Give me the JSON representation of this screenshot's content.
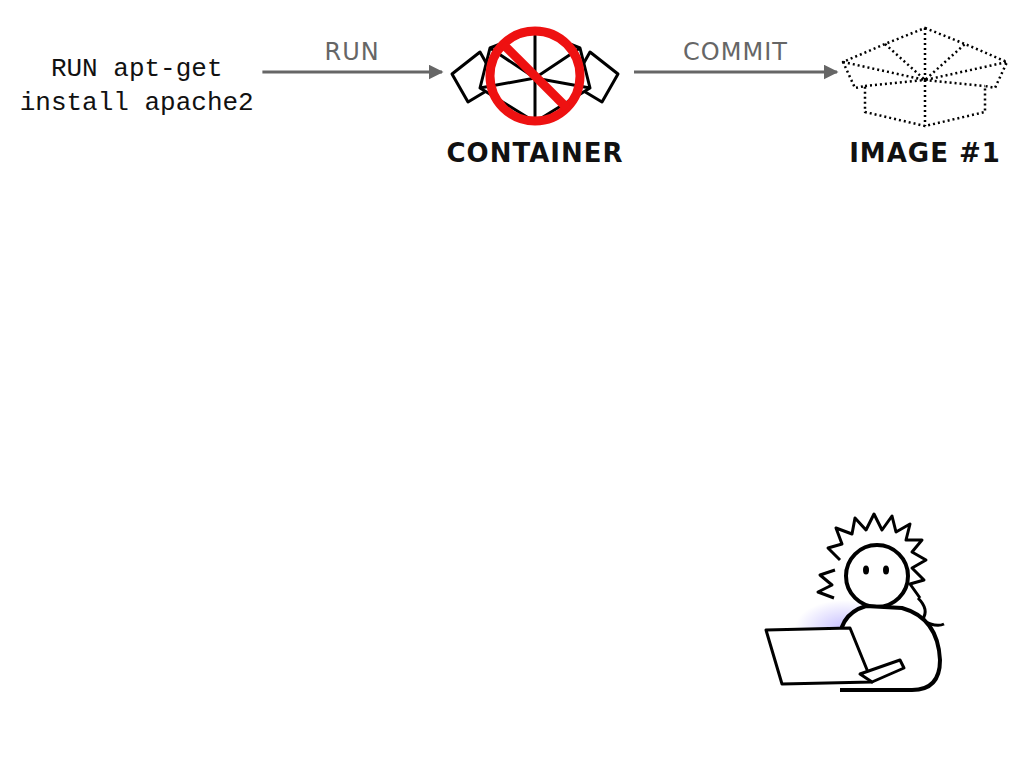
{
  "diagram": {
    "nodes": [
      {
        "text": [
          "RUN apt-get install apache2"
        ]
      },
      {
        "text": [
          "CONTAINER"
        ]
      },
      {
        "text": [
          "IMAGE #1"
        ]
      }
    ],
    "edges": [
      {
        "from": 0,
        "to": 1,
        "label": "RUN",
        "arrow": "to"
      },
      {
        "from": 1,
        "to": 2,
        "label": "COMMIT",
        "arrow": "to"
      }
    ]
  }
}
